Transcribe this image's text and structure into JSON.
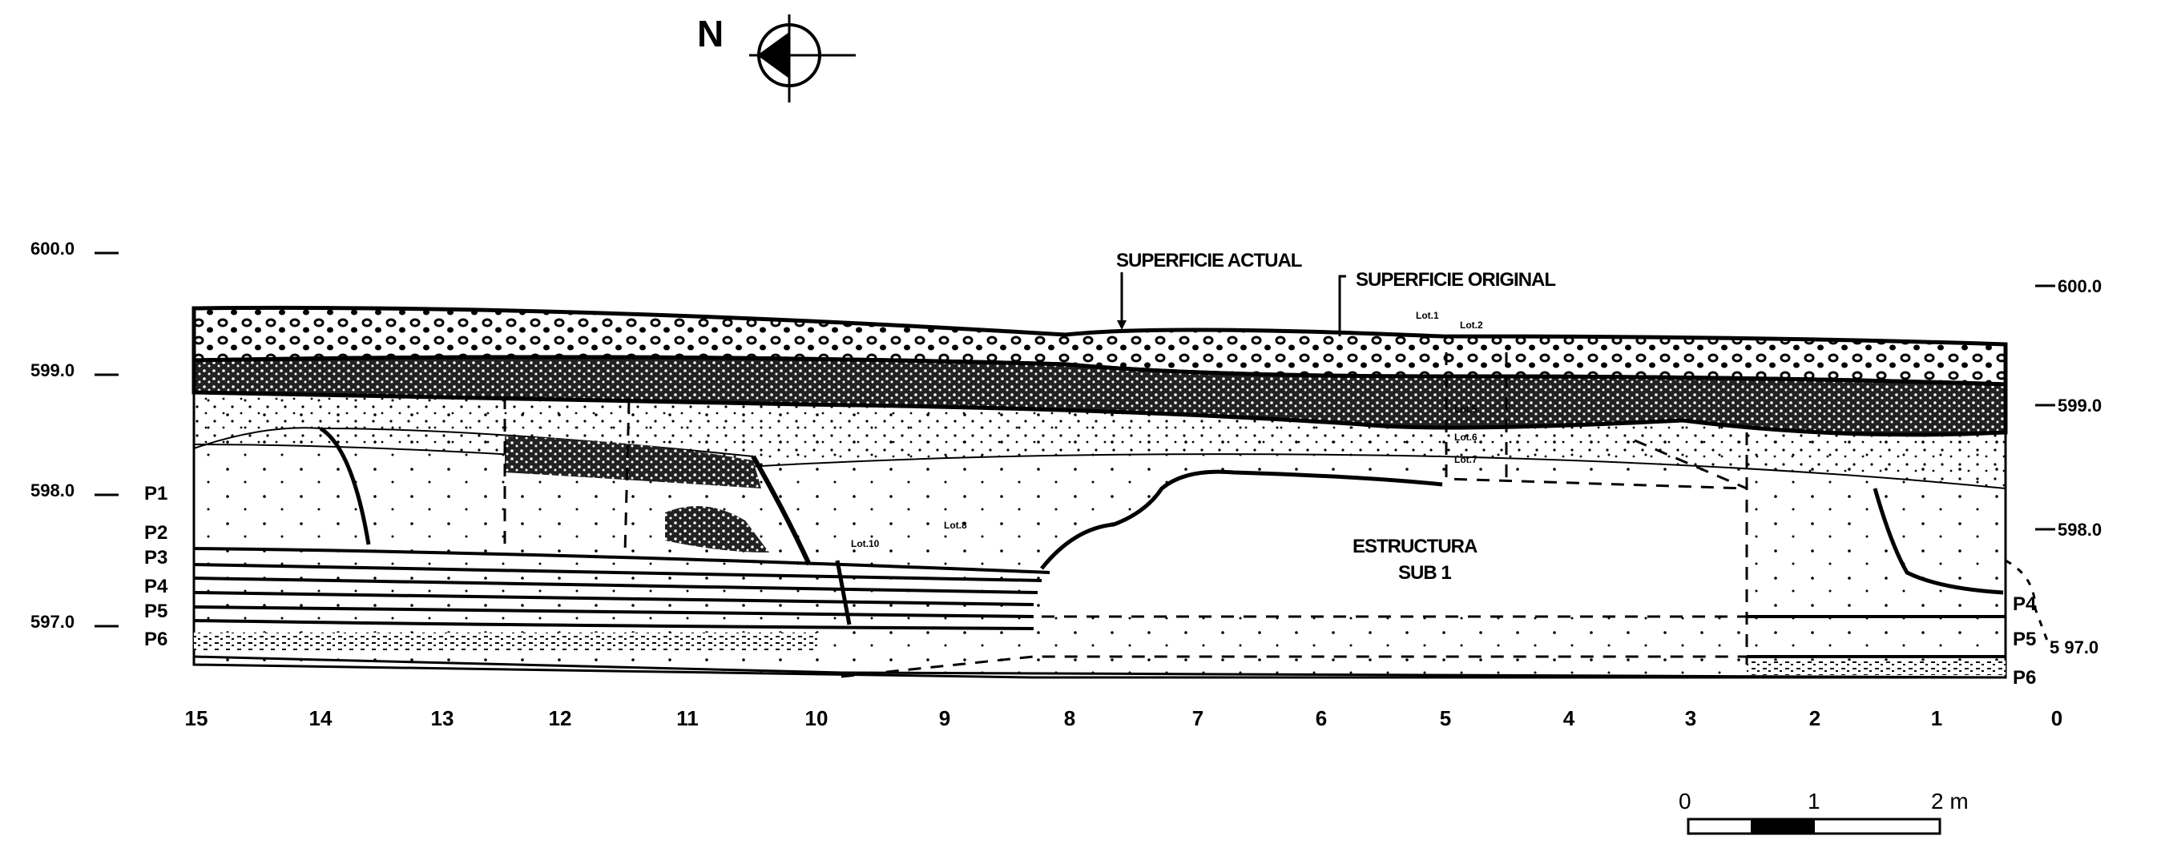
{
  "north_arrow": {
    "label": "N"
  },
  "elevations_left": [
    "600.0",
    "599.0",
    "598.0",
    "597.0"
  ],
  "elevations_right": [
    "600.0",
    "599.0",
    "598.0",
    "5 97.0"
  ],
  "grid_units": [
    "15",
    "14",
    "13",
    "12",
    "11",
    "10",
    "9",
    "8",
    "7",
    "6",
    "5",
    "4",
    "3",
    "2",
    "1",
    "0"
  ],
  "layers_left": [
    "P1",
    "P2",
    "P3",
    "P4",
    "P5",
    "P6"
  ],
  "layers_right": [
    "P4",
    "P5",
    "P6"
  ],
  "annotations": {
    "surface_current": "SUPERFICIE ACTUAL",
    "surface_original": "SUPERFICIE ORIGINAL",
    "structure": "ESTRUCTURA",
    "structure_sub": "SUB 1"
  },
  "lots": [
    "Lot.1",
    "Lot.2",
    "Lot.5",
    "Lot.6",
    "Lot.7",
    "Lot.10",
    "Lot.8"
  ],
  "scale_bar": {
    "labels": [
      "0",
      "1",
      "2 m"
    ]
  }
}
